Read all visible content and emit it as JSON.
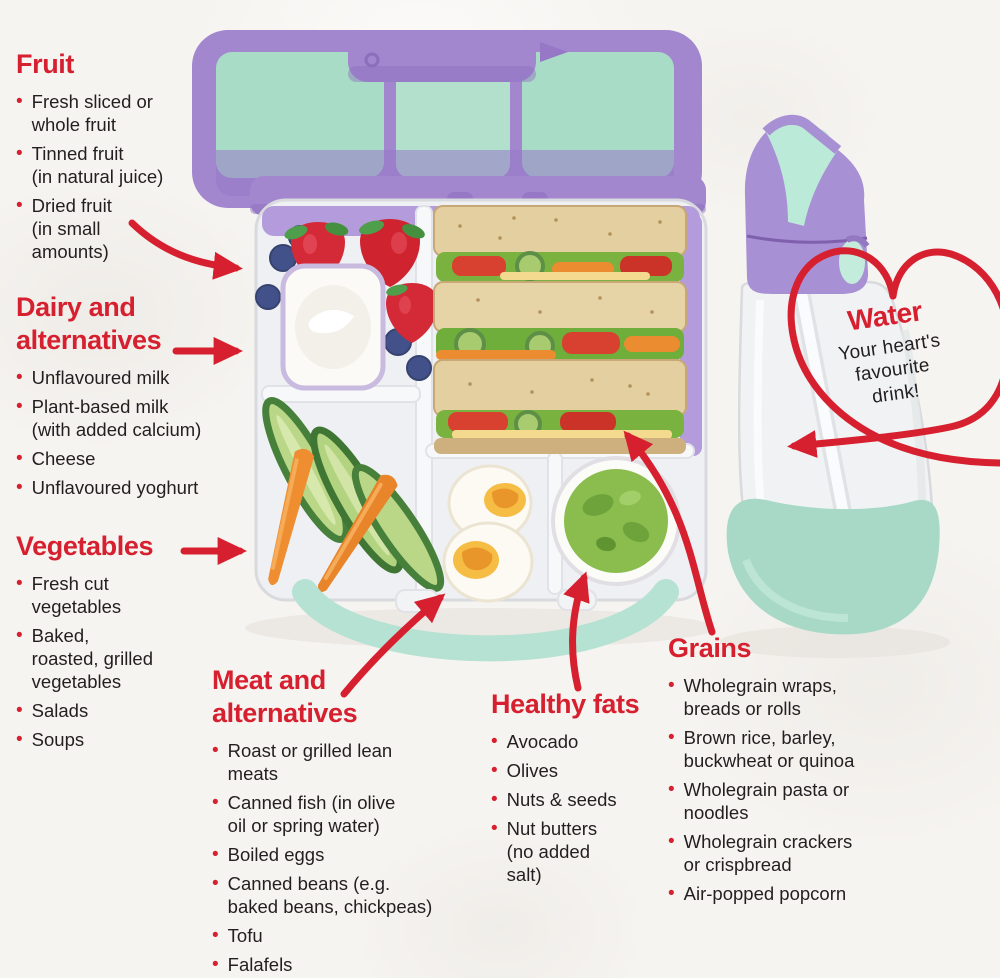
{
  "palette": {
    "accent_red": "#d7202f",
    "text_black": "#231f20",
    "lunchbox_purple": "#a287cf",
    "mint_green": "#a9dcc7",
    "background": "#f6f4f0"
  },
  "sections": [
    {
      "id": "fruit",
      "title": "Fruit",
      "items": [
        "Fresh sliced or\nwhole fruit",
        "Tinned fruit\n(in natural juice)",
        "Dried fruit\n(in small\namounts)"
      ]
    },
    {
      "id": "dairy",
      "title": "Dairy and\nalternatives",
      "items": [
        "Unflavoured milk",
        "Plant-based milk\n(with added calcium)",
        "Cheese",
        "Unflavoured yoghurt"
      ]
    },
    {
      "id": "vegetables",
      "title": "Vegetables",
      "items": [
        "Fresh cut\nvegetables",
        "Baked,\nroasted, grilled\nvegetables",
        "Salads",
        "Soups"
      ]
    },
    {
      "id": "meat",
      "title": "Meat and\nalternatives",
      "items": [
        "Roast or grilled lean\nmeats",
        "Canned fish (in olive\noil or spring water)",
        "Boiled eggs",
        "Canned beans (e.g.\nbaked beans, chickpeas)",
        "Tofu",
        "Falafels"
      ]
    },
    {
      "id": "healthy_fats",
      "title": "Healthy fats",
      "items": [
        "Avocado",
        "Olives",
        "Nuts & seeds",
        "Nut butters\n(no added\nsalt)"
      ]
    },
    {
      "id": "grains",
      "title": "Grains",
      "items": [
        "Wholegrain wraps,\nbreads or rolls",
        "Brown rice, barley,\nbuckwheat or quinoa",
        "Wholegrain pasta or\nnoodles",
        "Wholegrain crackers\nor crispbread",
        "Air-popped popcorn"
      ]
    }
  ],
  "water": {
    "title": "Water",
    "subtitle": "Your heart's\nfavourite\ndrink!"
  }
}
